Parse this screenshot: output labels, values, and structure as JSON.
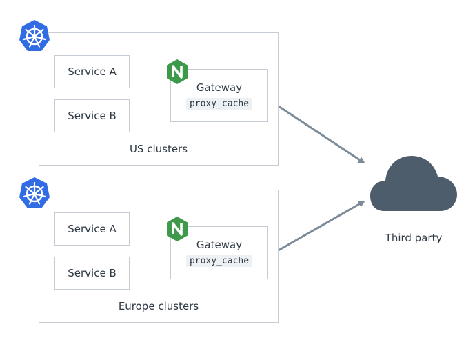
{
  "clusters": [
    {
      "label": "US clusters",
      "services": [
        "Service A",
        "Service B"
      ],
      "gateway": {
        "title": "Gateway",
        "code": "proxy_cache"
      }
    },
    {
      "label": "Europe clusters",
      "services": [
        "Service A",
        "Service B"
      ],
      "gateway": {
        "title": "Gateway",
        "code": "proxy_cache"
      }
    }
  ],
  "third_party": {
    "label": "Third party"
  },
  "icons": {
    "cluster": "kubernetes-icon",
    "gateway": "nginx-icon",
    "third_party": "cloud-icon"
  },
  "colors": {
    "kubernetes": "#326ce5",
    "nginx": "#3e9a4a",
    "cloud": "#4e5d6c",
    "arrow": "#7d8a97"
  }
}
